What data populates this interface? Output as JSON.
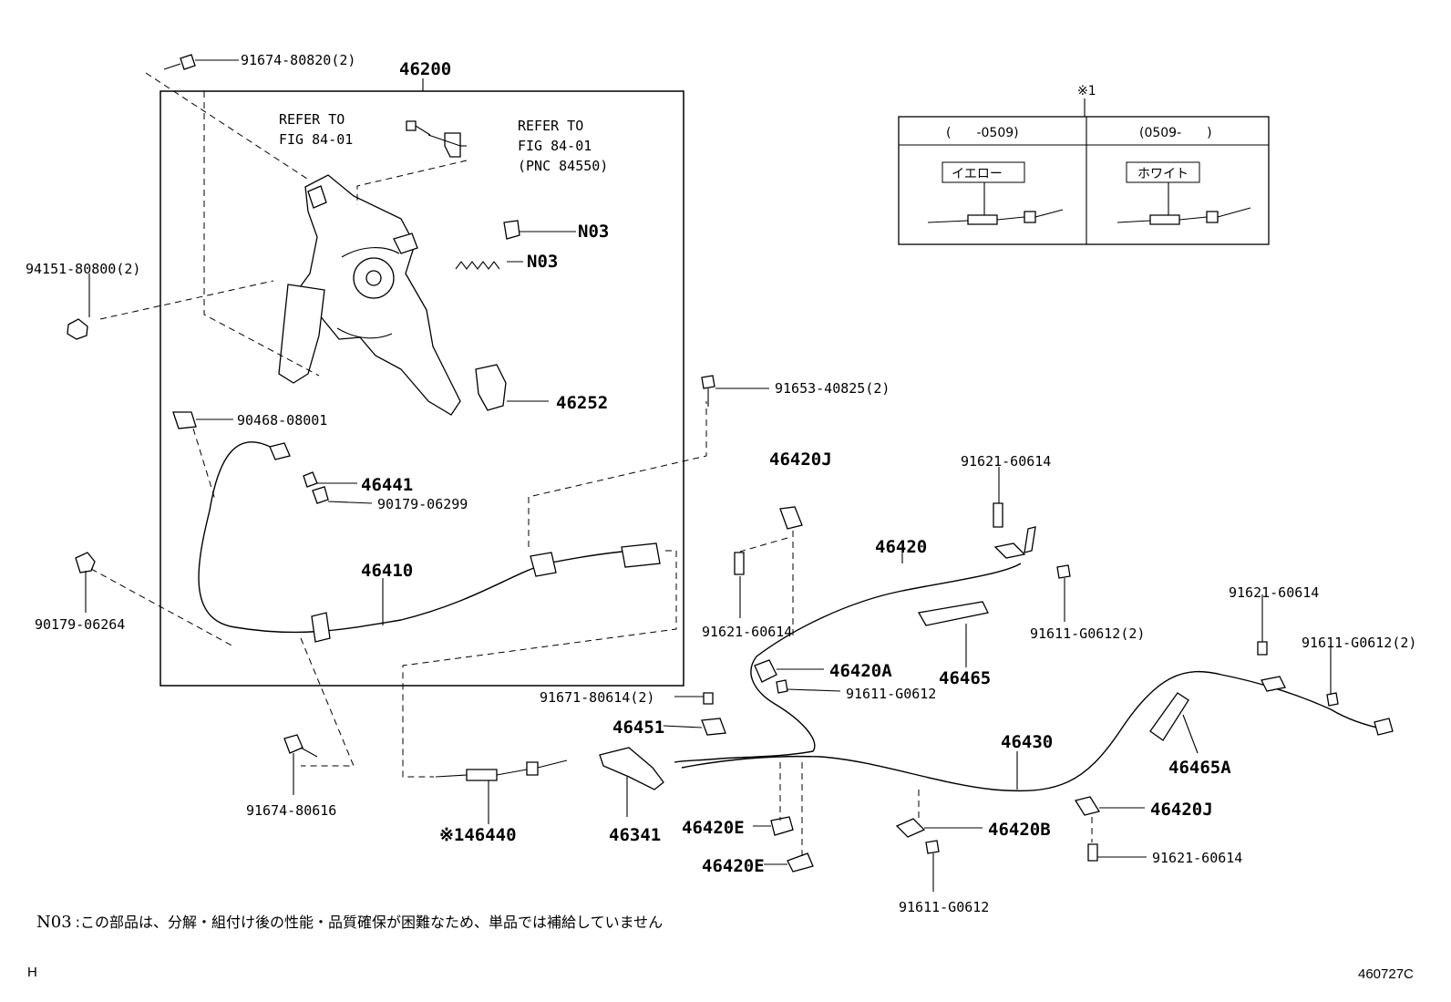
{
  "labels": {
    "p91674_80820": "91674-80820(2)",
    "p46200": "46200",
    "refer_to_1": "REFER TO",
    "fig_84_01_1": "FIG 84-01",
    "refer_to_2": "REFER TO",
    "fig_84_01_2": "FIG 84-01",
    "pnc_84550": "(PNC 84550)",
    "n03_a": "N03",
    "n03_b": "N03",
    "p94151_80800": "94151-80800(2)",
    "p46252": "46252",
    "p90468_08001": "90468-08001",
    "p46441": "46441",
    "p90179_06299": "90179-06299",
    "p90179_06264": "90179-06264",
    "p46410": "46410",
    "p91674_80616": "91674-80616",
    "p46440": "※146440",
    "p91653_40825": "91653-40825(2)",
    "p46420J_top": "46420J",
    "p91621_60614_a": "91621-60614",
    "p46420": "46420",
    "p91621_60614_b": "91621-60614",
    "p91611_G0612_2a": "91611-G0612(2)",
    "p46465": "46465",
    "p46420A": "46420A",
    "p91611_G0612_a": "91611-G0612",
    "p91671_80614": "91671-80614(2)",
    "p46451": "46451",
    "p46341": "46341",
    "p46420E_a": "46420E",
    "p46420E_b": "46420E",
    "p46430": "46430",
    "p46420B": "46420B",
    "p91611_G0612_b": "91611-G0612",
    "p91621_60614_c": "91621-60614",
    "p91611_G0612_2b": "91611-G0612(2)",
    "p46465A": "46465A",
    "p46420J_bottom": "46420J",
    "p91621_60614_d": "91621-60614"
  },
  "inset": {
    "mark": "※1",
    "col1_header": "(　　-0509)",
    "col2_header": "(0509-　　)",
    "col1_tag": "イエロー",
    "col2_tag": "ホワイト"
  },
  "note": {
    "code": "N03",
    "text": ":この部品は、分解・組付け後の性能・品質確保が困難なため、単品では補給していません"
  },
  "corner": {
    "left": "H",
    "right": "460727C"
  }
}
